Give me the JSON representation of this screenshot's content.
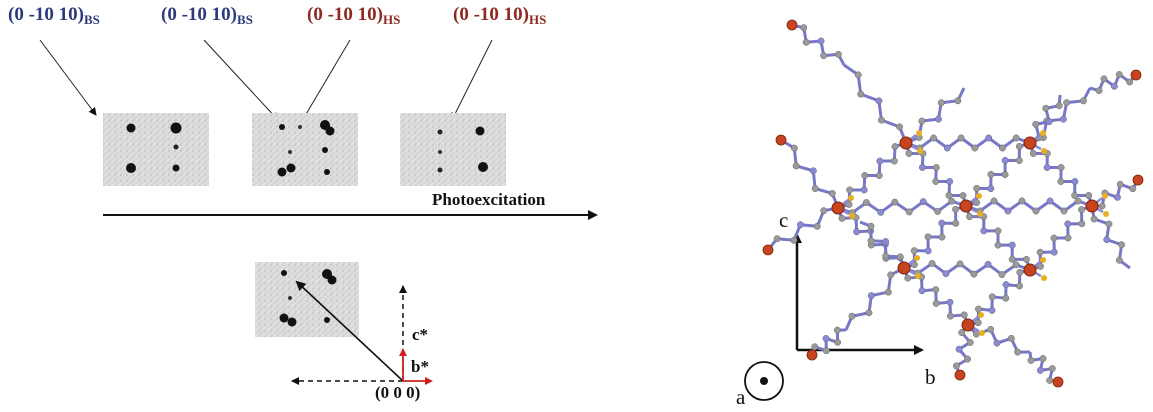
{
  "left_panel": {
    "reflection_labels": [
      {
        "prefix": "(0 -10 10)",
        "subscript": "BS",
        "color": "#2e3a7e"
      },
      {
        "prefix": "(0 -10 10)",
        "subscript": "BS",
        "color": "#2e3a7e"
      },
      {
        "prefix": "(0 -10 10)",
        "subscript": "HS",
        "color": "#8e2a22"
      },
      {
        "prefix": "(0 -10 10)",
        "subscript": "HS",
        "color": "#8e2a22"
      }
    ],
    "arrow_label": "Photoexcitation",
    "reciprocal_axes": {
      "c_star": "c*",
      "b_star": "b*",
      "origin": "(0 0 0)"
    }
  },
  "right_panel": {
    "axes": {
      "c": "c",
      "b": "b",
      "a": "a"
    },
    "colors": {
      "iron": "#c8431f",
      "nitrogen": "#8a8ad8",
      "carbon": "#9a9a9a",
      "sulfur": "#e8b020",
      "bond": "#7878c8"
    }
  }
}
